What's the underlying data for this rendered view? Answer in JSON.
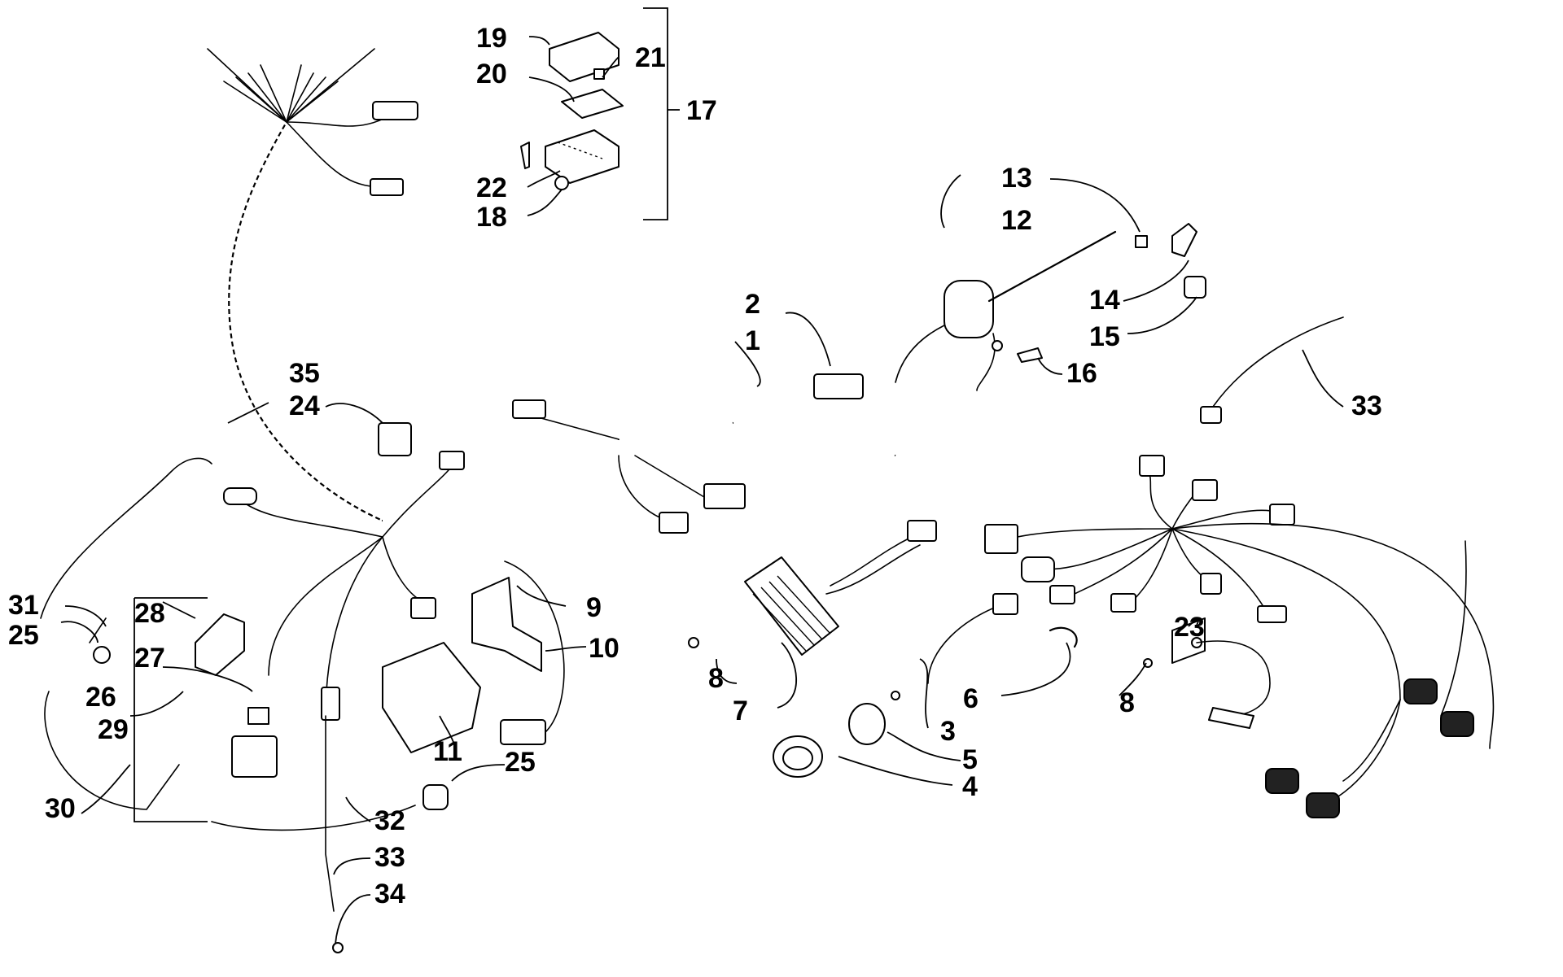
{
  "callouts": {
    "c1": "1",
    "c2": "2",
    "c3": "3",
    "c4": "4",
    "c5": "5",
    "c6": "6",
    "c7": "7",
    "c8a": "8",
    "c8b": "8",
    "c9": "9",
    "c10": "10",
    "c11": "11",
    "c12": "12",
    "c13": "13",
    "c14": "14",
    "c15": "15",
    "c16": "16",
    "c17": "17",
    "c18": "18",
    "c19": "19",
    "c20": "20",
    "c21": "21",
    "c22": "22",
    "c23": "23",
    "c24": "24",
    "c25a": "25",
    "c25b": "25",
    "c26": "26",
    "c27": "27",
    "c28": "28",
    "c29": "29",
    "c30": "30",
    "c31": "31",
    "c32": "32",
    "c33a": "33",
    "c33b": "33",
    "c34": "34",
    "c35": "35"
  }
}
